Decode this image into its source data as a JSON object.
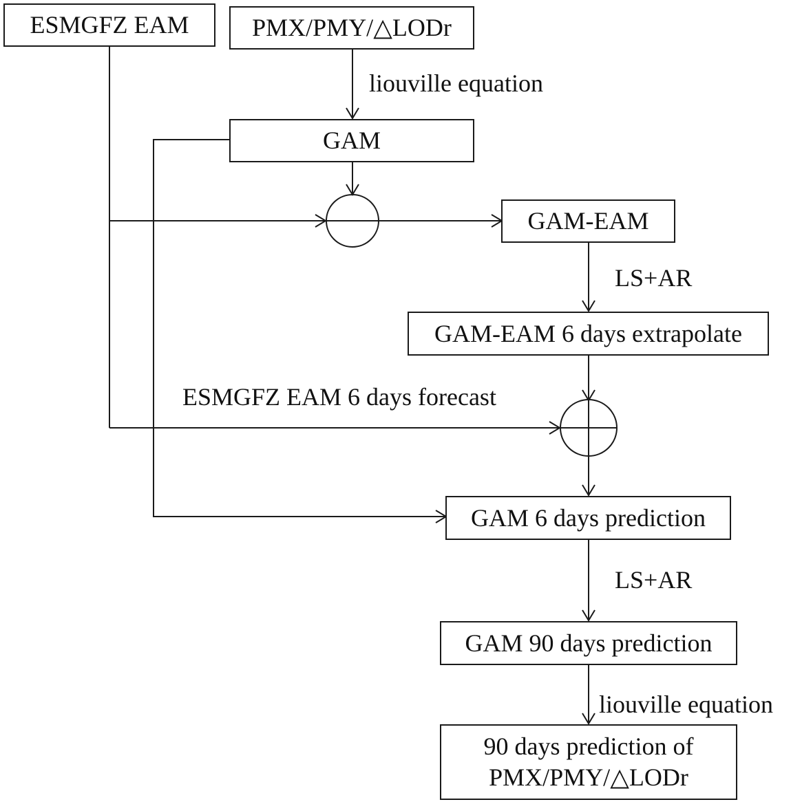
{
  "diagram": {
    "nodes": {
      "esmgfz_eam": "ESMGFZ EAM",
      "pm_input": "PMX/PMY/△LODr",
      "gam": "GAM",
      "gam_eam": "GAM-EAM",
      "gam_eam_extrapolate": "GAM-EAM 6 days extrapolate",
      "gam_6day": "GAM 6 days prediction",
      "gam_90day": "GAM 90 days prediction",
      "final_line1": "90 days prediction of",
      "final_line2": "PMX/PMY/△LODr"
    },
    "operators": {
      "subtract": "minus-junction",
      "add": "plus-junction"
    },
    "edge_labels": {
      "liouville_1": "liouville equation",
      "ls_ar_1": "LS+AR",
      "eam_forecast": "ESMGFZ EAM 6 days forecast",
      "ls_ar_2": "LS+AR",
      "liouville_2": "liouville equation"
    },
    "edges": [
      {
        "from": "pm_input",
        "to": "gam",
        "label": "liouville equation"
      },
      {
        "from": "gam",
        "to": "minus-junction"
      },
      {
        "from": "esmgfz_eam",
        "to": "minus-junction"
      },
      {
        "from": "minus-junction",
        "to": "gam_eam"
      },
      {
        "from": "gam_eam",
        "to": "gam_eam_extrapolate",
        "label": "LS+AR"
      },
      {
        "from": "gam_eam_extrapolate",
        "to": "plus-junction"
      },
      {
        "from": "esmgfz_eam",
        "to": "plus-junction",
        "label": "ESMGFZ EAM 6 days forecast"
      },
      {
        "from": "plus-junction",
        "to": "gam_6day"
      },
      {
        "from": "gam",
        "to": "gam_6day"
      },
      {
        "from": "gam_6day",
        "to": "gam_90day",
        "label": "LS+AR"
      },
      {
        "from": "gam_90day",
        "to": "final",
        "label": "liouville equation"
      }
    ]
  }
}
